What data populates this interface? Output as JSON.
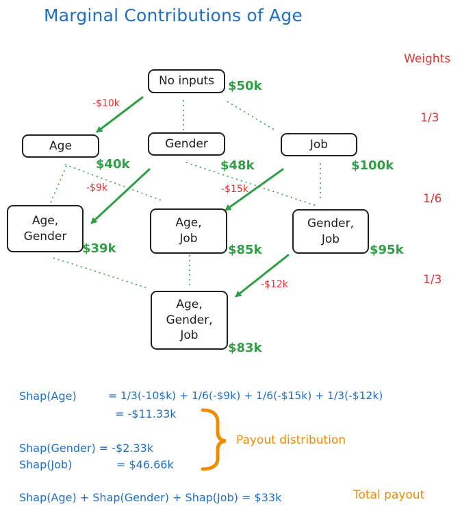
{
  "title": "Marginal Contributions of Age",
  "weights_header": "Weights",
  "weights": [
    "1/3",
    "1/6",
    "1/3"
  ],
  "nodes": {
    "empty": {
      "label": "No inputs",
      "value": "$50k"
    },
    "age": {
      "label": "Age",
      "value": "$40k"
    },
    "gender": {
      "label": "Gender",
      "value": "$48k"
    },
    "job": {
      "label": "Job",
      "value": "$100k"
    },
    "age_gender": {
      "label": "Age,\nGender",
      "value": "$39k"
    },
    "age_job": {
      "label": "Age,\nJob",
      "value": "$85k"
    },
    "gender_job": {
      "label": "Gender,\nJob",
      "value": "$95k"
    },
    "all": {
      "label": "Age,\nGender,\nJob",
      "value": "$83k"
    }
  },
  "deltas": [
    "-$10k",
    "-$9k",
    "-$15k",
    "-$12k"
  ],
  "equations": {
    "shap_age_lhs": "Shap(Age)",
    "shap_age_rhs": "= 1/3(-10$k) + 1/6(-$9k) + 1/6(-$15k) + 1/3(-$12k)",
    "shap_age_result": "= -$11.33k",
    "shap_gender": "Shap(Gender) = -$2.33k",
    "shap_job_lhs": "Shap(Job)",
    "shap_job_rhs": "= $46.66k",
    "total": "Shap(Age) + Shap(Gender) + Shap(Job) = $33k"
  },
  "annotations": {
    "payout_distribution": "Payout distribution",
    "total_payout": "Total payout"
  },
  "colors": {
    "blue": "#1f6fc2",
    "green": "#2f9e44",
    "red": "#e03131",
    "orange": "#f08c00",
    "ink": "#1e1e1e"
  }
}
